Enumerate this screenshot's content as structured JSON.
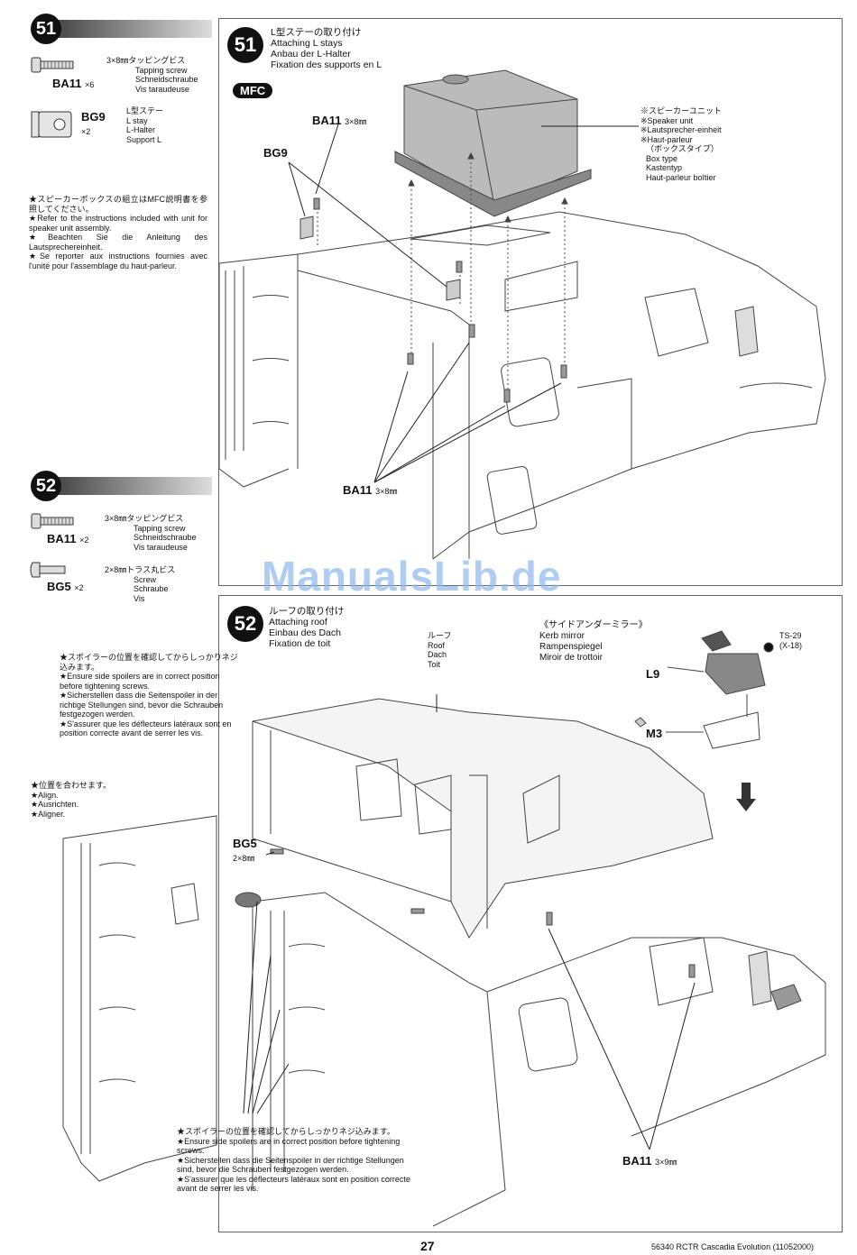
{
  "step51": {
    "number": "51",
    "title_jp": "L型ステーの取り付け",
    "title_en": "Attaching L stays",
    "title_de": "Anbau der L-Halter",
    "title_fr": "Fixation des supports en L",
    "mfc": "MFC",
    "parts": [
      {
        "code": "BA11",
        "qty": "×6",
        "desc_jp": "3×8㎜タッピングビス",
        "desc_en": "Tapping screw",
        "desc_de": "Schneidschraube",
        "desc_fr": "Vis taraudeuse"
      },
      {
        "code": "BG9",
        "qty": "×2",
        "desc_jp": "L型ステー",
        "desc_en": "L stay",
        "desc_de": "L-Halter",
        "desc_fr": "Support L"
      }
    ],
    "note_jp": "★スピーカーボックスの組立はMFC説明書を参照してください。",
    "note_en": "★Refer to the instructions included with unit for speaker unit assembly.",
    "note_de": "★Beachten Sie die Anleitung des Lautsprechereinheit.",
    "note_fr": "★Se reporter aux instructions fournies avec l'unité pour l'assemblage du haut-parleur.",
    "speaker_jp": "※スピーカーユニット",
    "speaker_en": "※Speaker unit",
    "speaker_de": "※Lautsprecher-einheit",
    "speaker_fr": "※Haut-parleur",
    "box_jp": "（ボックスタイプ）",
    "box_en": "Box type",
    "box_de": "Kastentyp",
    "box_fr": "Haut-parleur boîtier",
    "label_ba11_top": "BA11",
    "label_ba11_top_size": "3×8㎜",
    "label_bg9": "BG9",
    "label_ba11_bottom": "BA11",
    "label_ba11_bottom_size": "3×8㎜"
  },
  "step52": {
    "number": "52",
    "title_jp": "ルーフの取り付け",
    "title_en": "Attaching roof",
    "title_de": "Einbau des Dach",
    "title_fr": "Fixation de toit",
    "parts": [
      {
        "code": "BA11",
        "qty": "×2",
        "desc_jp": "3×8㎜タッピングビス",
        "desc_en": "Tapping screw",
        "desc_de": "Schneidschraube",
        "desc_fr": "Vis taraudeuse"
      },
      {
        "code": "BG5",
        "qty": "×2",
        "desc_jp": "2×8㎜トラス丸ビス",
        "desc_en": "Screw",
        "desc_de": "Schraube",
        "desc_fr": "Vis"
      }
    ],
    "roof_jp": "ルーフ",
    "roof_en": "Roof",
    "roof_de": "Dach",
    "roof_fr": "Toit",
    "mirror_jp": "《サイドアンダーミラー》",
    "mirror_en": "Kerb mirror",
    "mirror_de": "Rampenspiegel",
    "mirror_fr": "Miroir de trottoir",
    "paint_code": "TS-29",
    "paint_alt": "(X-18)",
    "label_l9": "L9",
    "label_m3": "M3",
    "label_bg5": "BG5",
    "label_bg5_size": "2×8㎜",
    "label_ba11": "BA11",
    "label_ba11_size": "3×9㎜",
    "note1_jp": "★スポイラーの位置を確認してからしっかりネジ込みます。",
    "note1_en": "★Ensure side spoilers are in correct position before tightening screws.",
    "note1_de": "★Sicherstellen dass die Seitenspoiler in der richtige Stellungen sind, bevor die Schrauben festgezogen werden.",
    "note1_fr": "★S'assurer que les déflecteurs latéraux sont en position correcte avant de serrer les vis.",
    "note2_jp": "★位置を合わせます。",
    "note2_en": "★Align.",
    "note2_de": "★Ausrichten.",
    "note2_fr": "★Aligner.",
    "note3_jp": "★スポイラーの位置を確認してからしっかりネジ込みます。",
    "note3_en": "★Ensure side spoilers are in correct position before tightening screws.",
    "note3_de": "★Sicherstellen dass die Seitenspoiler in der richtige Stellungen sind, bevor die Schrauben festgezogen werden.",
    "note3_fr": "★S'assurer que les déflecteurs latéraux sont en position correcte avant de serrer les vis."
  },
  "watermark": "ManualsLib.de",
  "footer": {
    "page_number": "27",
    "product": "56340 RCTR Cascadia Evolution",
    "code": "(11052000)"
  }
}
